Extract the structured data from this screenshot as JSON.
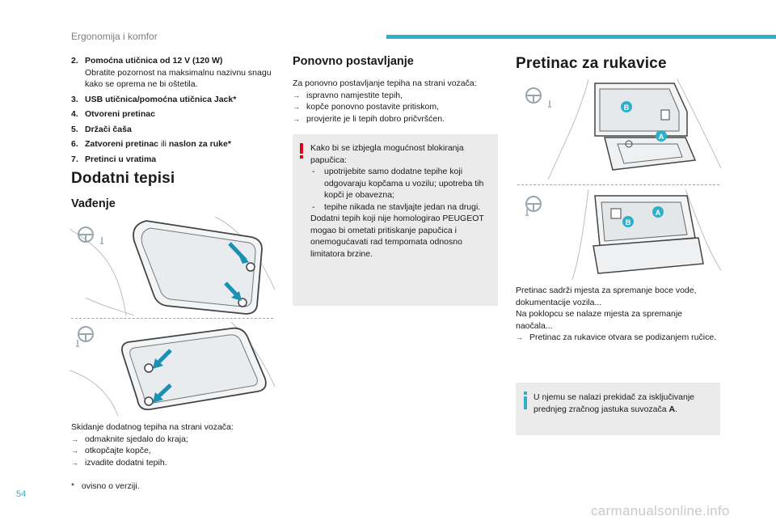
{
  "header": {
    "section_title": "Ergonomija i komfor",
    "accent_color": "#2fb0c8"
  },
  "page_number": "54",
  "col1": {
    "list": [
      {
        "num": "2.",
        "bold": "Pomoćna utičnica od 12 V (120 W)",
        "rest": "Obratite pozornost na maksimalnu nazivnu snagu kako se oprema ne bi oštetila."
      },
      {
        "num": "3.",
        "bold": "USB utičnica/pomoćna utičnica Jack*",
        "rest": ""
      },
      {
        "num": "4.",
        "bold": "Otvoreni pretinac",
        "rest": ""
      },
      {
        "num": "5.",
        "bold": "Držači čaša",
        "rest": ""
      },
      {
        "num": "6.",
        "bold": "Zatvoreni pretinac",
        "mid": " ili ",
        "bold2": "naslon za ruke*",
        "rest": ""
      },
      {
        "num": "7.",
        "bold": "Pretinci u vratima",
        "rest": ""
      }
    ],
    "title": "Dodatni tepisi",
    "subtitle": "Vađenje",
    "removal_intro": "Skidanje dodatnog tepiha na strani vozača:",
    "removal_steps": [
      "odmaknite sjedalo do kraja;",
      "otkopčajte kopče,",
      "izvadite dodatni tepih."
    ],
    "footnote_mark": "*",
    "footnote": "ovisno o verziji."
  },
  "col2": {
    "title": "Ponovno postavljanje",
    "intro": "Za ponovno postavljanje tepiha na strani vozača:",
    "steps": [
      "ispravno namjestite tepih,",
      "kopče ponovno postavite pritiskom,",
      "provjerite je li tepih dobro pričvršćen."
    ],
    "warning": {
      "intro": "Kako bi se izbjegla mogućnost blokiranja papučica:",
      "items": [
        "upotrijebite samo dodatne tepihe koji odgovaraju kopčama u vozilu; upotreba tih kopči je obavezna;",
        "tepihe nikada ne stavljajte jedan na drugi."
      ],
      "outro": "Dodatni tepih koji nije homologirao PEUGEOT mogao bi ometati pritiskanje papučica i onemogućavati rad tempomata odnosno limitatora brzine.",
      "color": "#e2001a"
    }
  },
  "col3": {
    "title": "Pretinac za rukavice",
    "label_a": "A",
    "label_b": "B",
    "para1": "Pretinac sadrži mjesta za spremanje boce vode, dokumentacije vozila...",
    "para2": "Na poklopcu se nalaze mjesta za spremanje naočala...",
    "steps": [
      "Pretinac za rukavice otvara se podizanjem ručice."
    ],
    "info": {
      "text": "U njemu se nalazi prekidač za isključivanje prednjeg zračnog jastuka suvozača ",
      "bold": "A",
      "end": ".",
      "color": "#2fb0c8"
    }
  },
  "watermark": "carmanualsonline.info"
}
